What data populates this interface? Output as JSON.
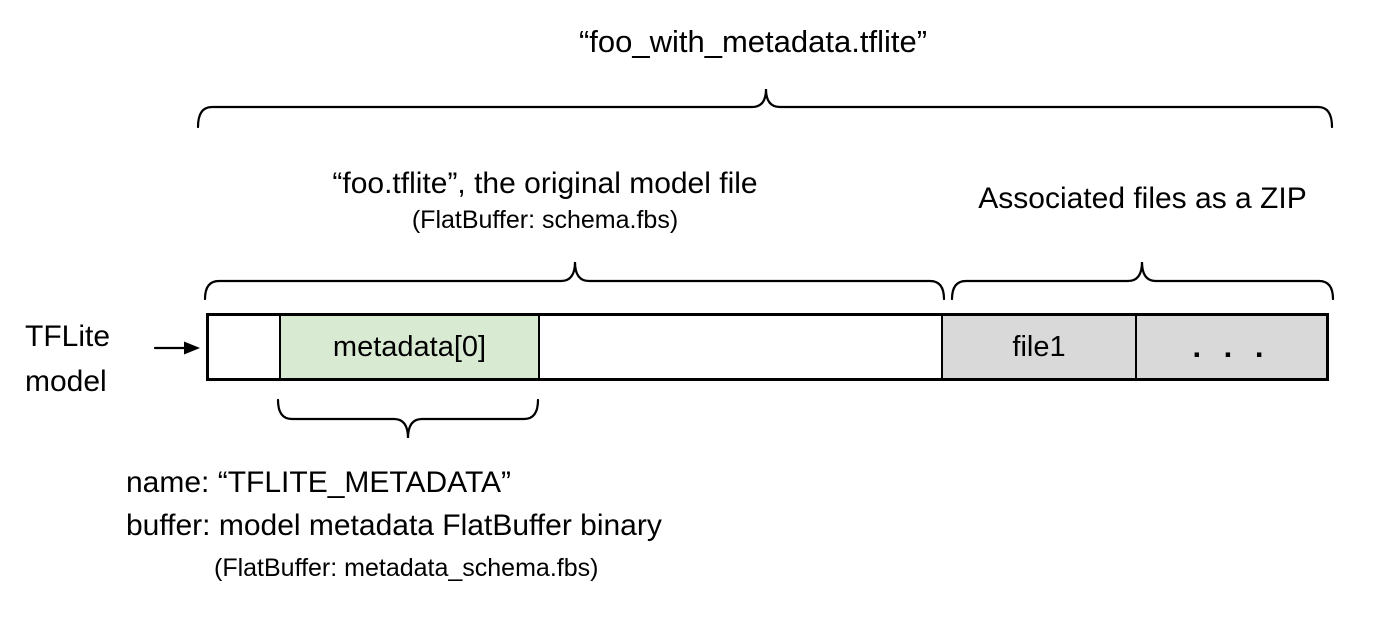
{
  "diagram": {
    "title": "“foo_with_metadata.tflite”",
    "model_section": {
      "label_line1": "“foo.tflite”, the original model file",
      "label_line2": "(FlatBuffer: schema.fbs)"
    },
    "zip_section": {
      "label": "Associated files as a ZIP"
    },
    "pointer": {
      "label_line1": "TFLite",
      "label_line2": "model"
    },
    "bar": {
      "segments": [
        {
          "label": "",
          "type": "empty"
        },
        {
          "label": "metadata[0]",
          "type": "metadata"
        },
        {
          "label": "",
          "type": "empty"
        },
        {
          "label": "file1",
          "type": "file"
        },
        {
          "label": ". . .",
          "type": "file"
        }
      ]
    },
    "metadata_note": {
      "line1": "name: “TFLITE_METADATA”",
      "line2": "buffer: model metadata FlatBuffer binary",
      "line3": "(FlatBuffer: metadata_schema.fbs)"
    },
    "colors": {
      "metadata_fill": "#d9ead3",
      "file_fill": "#d9d9d9",
      "stroke": "#000000"
    }
  }
}
